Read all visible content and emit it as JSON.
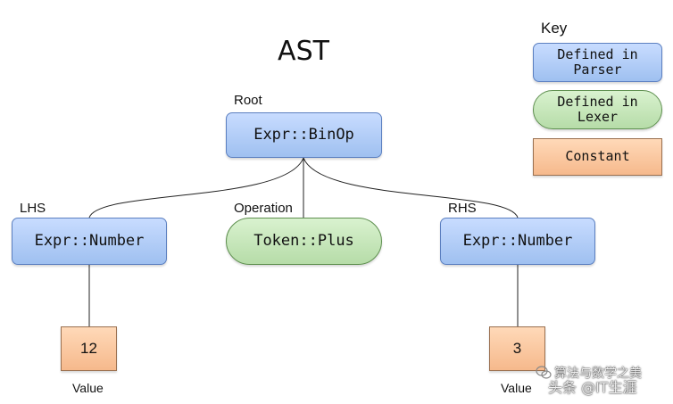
{
  "title": "AST",
  "key": {
    "heading": "Key",
    "parser": "Defined in\nParser",
    "lexer": "Defined in\nLexer",
    "constant": "Constant"
  },
  "root": {
    "label": "Root",
    "text": "Expr::BinOp"
  },
  "lhs": {
    "label": "LHS",
    "text": "Expr::Number",
    "value": "12",
    "value_label": "Value"
  },
  "operation": {
    "label": "Operation",
    "text": "Token::Plus"
  },
  "rhs": {
    "label": "RHS",
    "text": "Expr::Number",
    "value": "3",
    "value_label": "Value"
  },
  "watermark": {
    "line1": "算法与数学之美",
    "line2": "头条 @IT生涯"
  },
  "colors": {
    "parser_fill": "#a9c8f5",
    "lexer_fill": "#c4e6b7",
    "constant_fill": "#f8c59b"
  }
}
